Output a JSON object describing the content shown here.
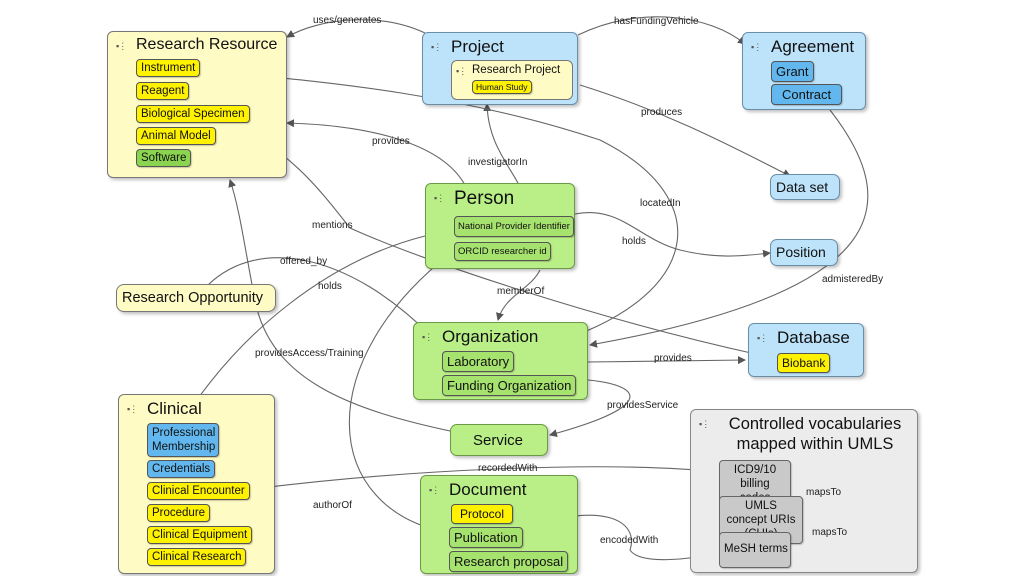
{
  "research_resource": {
    "title": "Research Resource",
    "items": [
      "Instrument",
      "Reagent",
      "Biological Specimen",
      "Animal Model",
      "Software"
    ]
  },
  "project": {
    "title": "Project",
    "sub_title": "Research Project",
    "sub_item": "Human Study"
  },
  "agreement": {
    "title": "Agreement",
    "items": [
      "Grant",
      "Contract"
    ]
  },
  "dataset": {
    "title": "Data set"
  },
  "position": {
    "title": "Position"
  },
  "person": {
    "title": "Person",
    "items": [
      "National Provider Identifier",
      "ORCID researcher id"
    ]
  },
  "research_opportunity": {
    "title": "Research Opportunity"
  },
  "organization": {
    "title": "Organization",
    "items": [
      "Laboratory",
      "Funding Organization"
    ]
  },
  "database": {
    "title": "Database",
    "items": [
      "Biobank"
    ]
  },
  "clinical": {
    "title": "Clinical",
    "items": [
      "Professional Membership",
      "Credentials",
      "Clinical Encounter",
      "Procedure",
      "Clinical Equipment",
      "Clinical Research"
    ]
  },
  "service": {
    "title": "Service"
  },
  "document": {
    "title": "Document",
    "items": [
      "Protocol",
      "Publication",
      "Research proposal"
    ]
  },
  "vocab": {
    "title": "Controlled vocabularies mapped within UMLS",
    "items": [
      "ICD9/10 billing codes",
      "UMLS concept URIs (CUIs)",
      "MeSH terms"
    ]
  },
  "edges": {
    "uses_generates": "uses/generates",
    "has_funding_vehicle": "hasFundingVehicle",
    "produces": "produces",
    "provides_rr": "provides",
    "investigator_in": "investigatorIn",
    "located_in": "locatedIn",
    "mentions": "mentions",
    "holds_position": "holds",
    "offered_by": "offered_by",
    "holds_membership": "holds",
    "member_of": "memberOf",
    "administered_by": "admisteredBy",
    "provides_access": "providesAccess/Training",
    "provides_db": "provides",
    "provides_service": "providesService",
    "recorded_with": "recordedWith",
    "maps_to_1": "mapsTo",
    "maps_to_2": "mapsTo",
    "author_of": "authorOf",
    "encoded_with": "encodedWith"
  }
}
